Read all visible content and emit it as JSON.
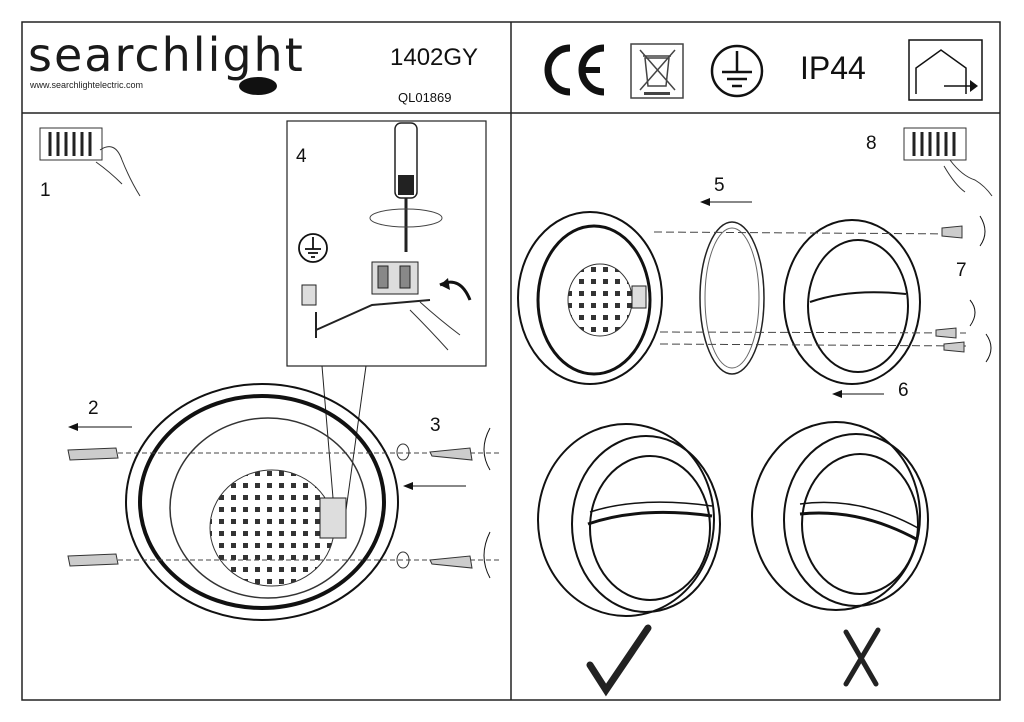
{
  "header": {
    "brand": "searchlight",
    "url": "www.searchlightelectric.com",
    "model": "1402GY",
    "code": "QL01869",
    "ce_mark": "CE",
    "ip_rating": "IP44"
  },
  "steps": [
    "1",
    "2",
    "3",
    "4",
    "5",
    "6",
    "7",
    "8"
  ],
  "icons": [
    "ce-mark-icon",
    "weee-bin-icon",
    "earth-ground-icon",
    "indoor-outdoor-house-icon",
    "check-mark-icon",
    "cross-mark-icon"
  ]
}
